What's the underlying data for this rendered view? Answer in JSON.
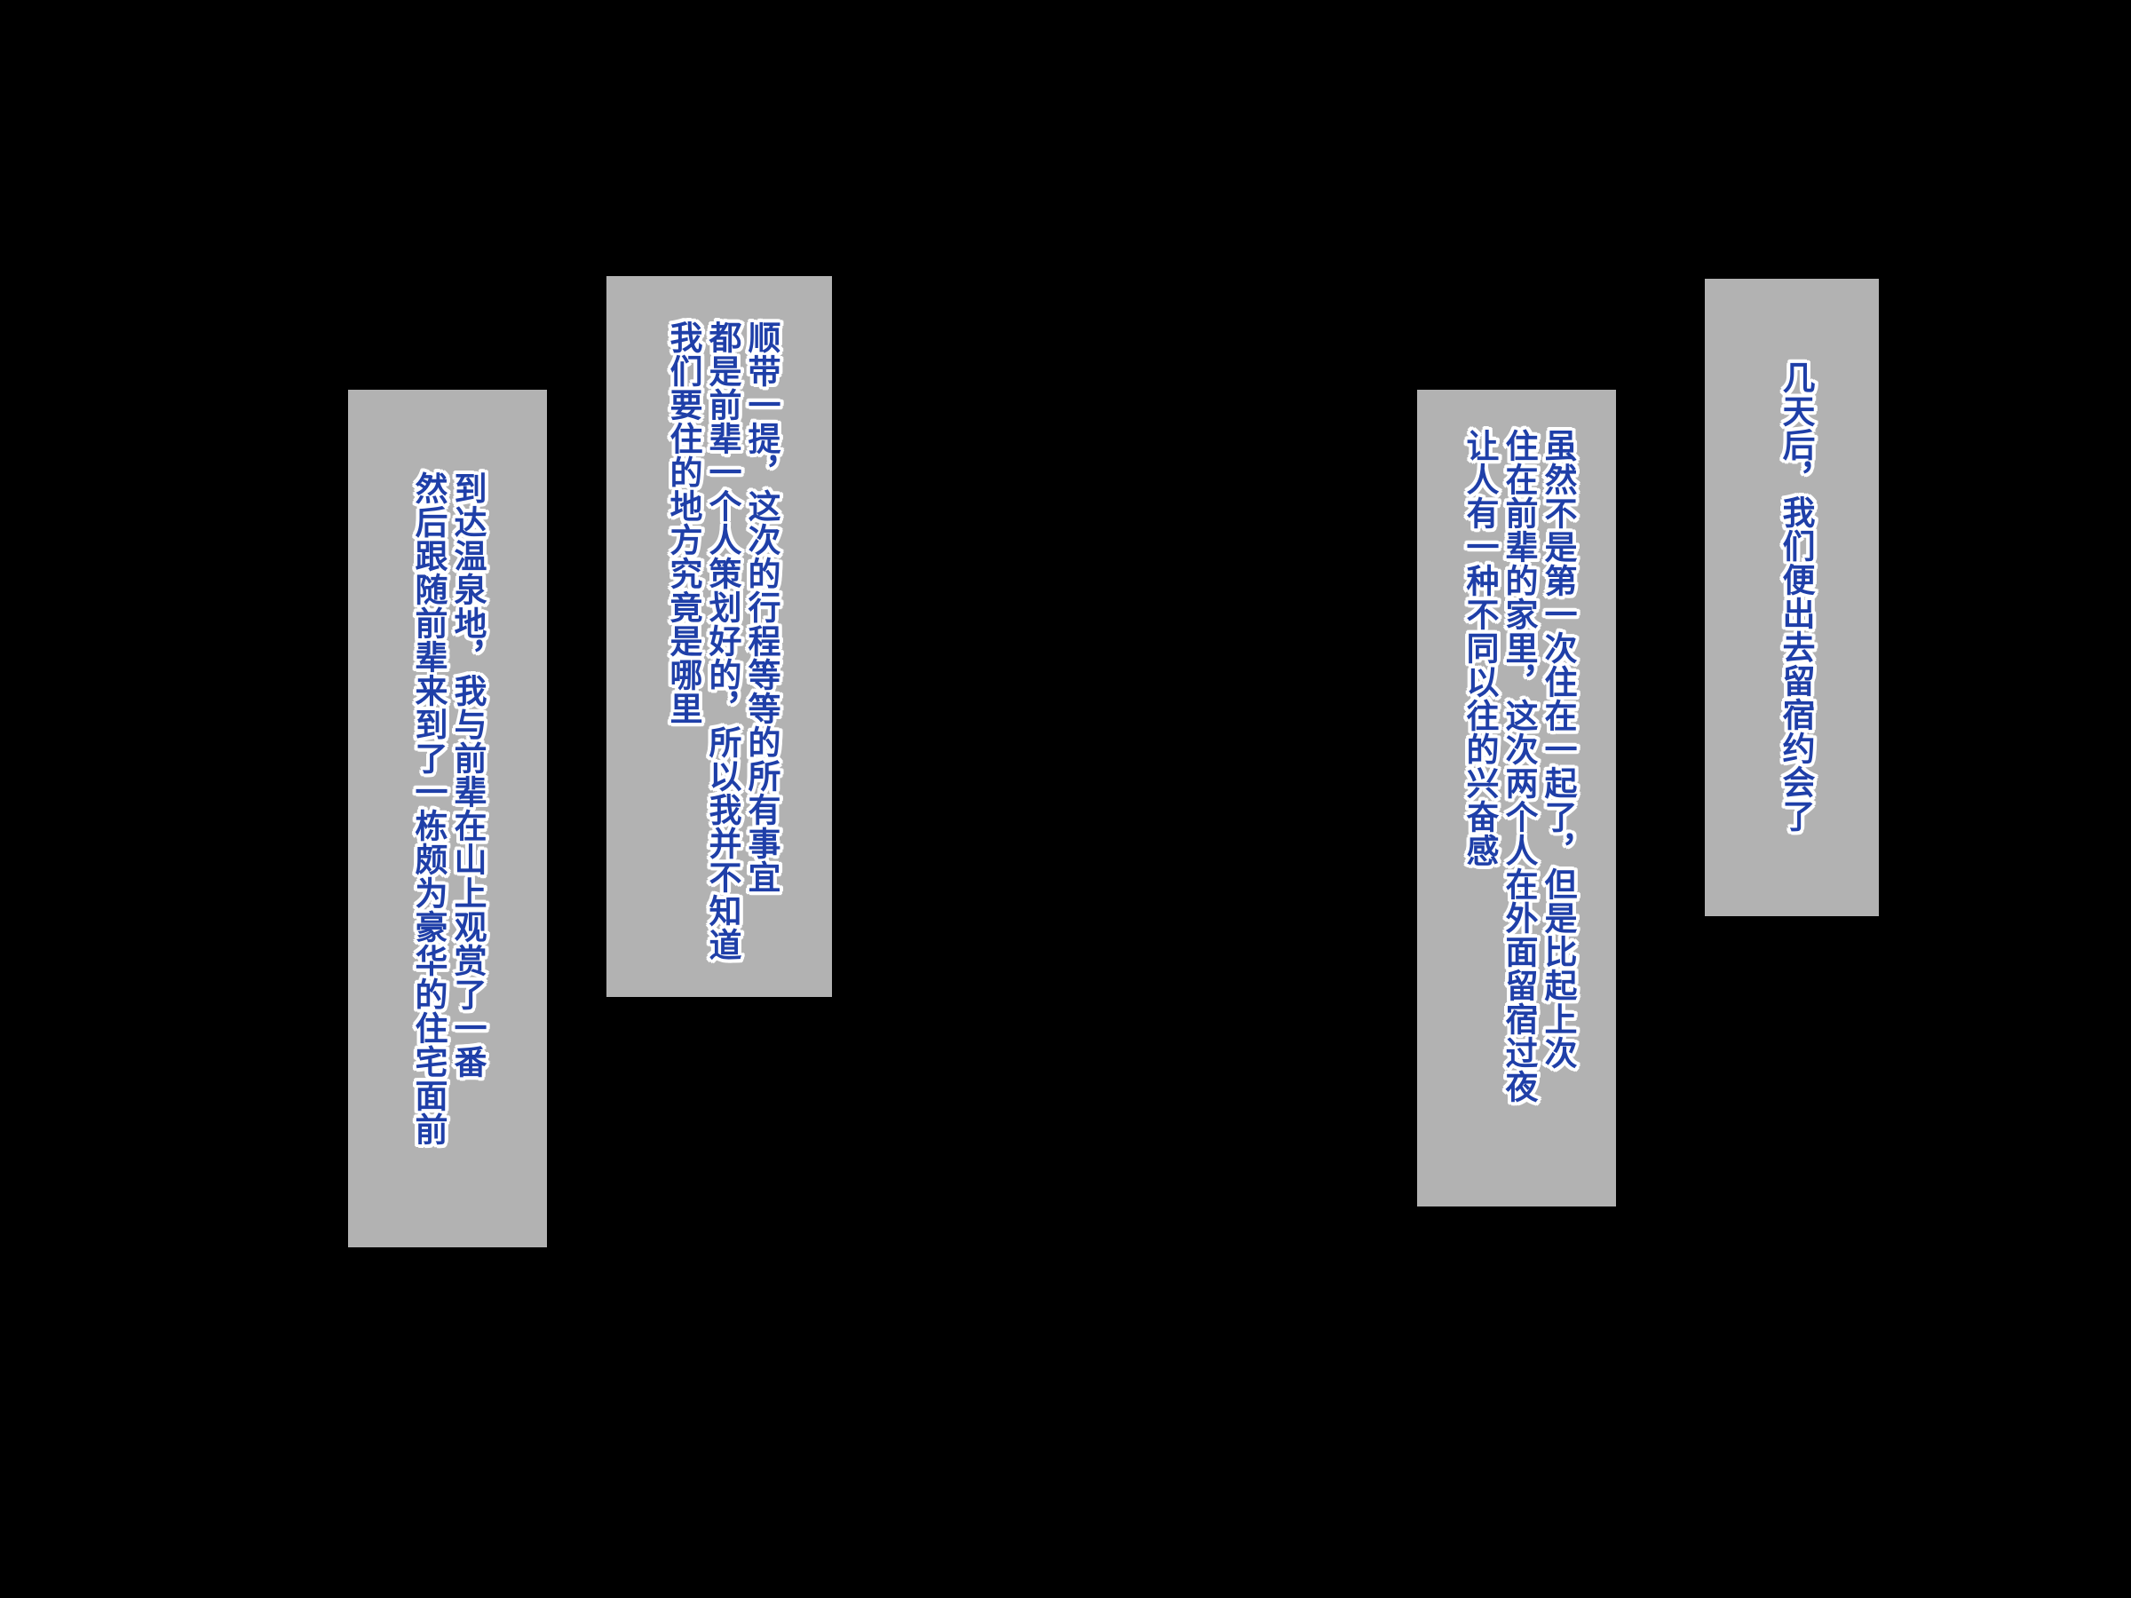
{
  "panels": [
    {
      "id": "panel-1",
      "lines": [
        "到达温泉地，我与前辈在山上观赏了一番",
        "然后跟随前辈来到了一栋颇为豪华的住宅面前"
      ]
    },
    {
      "id": "panel-2",
      "lines": [
        "顺带一提，这次的行程等等的所有事宜",
        "都是前辈一个人策划好的，所以我并不知道",
        "我们要住的地方究竟是哪里"
      ]
    },
    {
      "id": "panel-3",
      "lines": [
        "虽然不是第一次住在一起了，但是比起上次",
        "住在前辈的家里，这次两个人在外面留宿过夜",
        "让人有一种不同以往的兴奋感"
      ]
    },
    {
      "id": "panel-4",
      "lines": [
        "几天后，我们便出去留宿约会了"
      ]
    }
  ],
  "colors": {
    "background": "#000000",
    "panel": "#b2b2b2",
    "text": "#1f3fa8",
    "outline": "#ffffff"
  }
}
